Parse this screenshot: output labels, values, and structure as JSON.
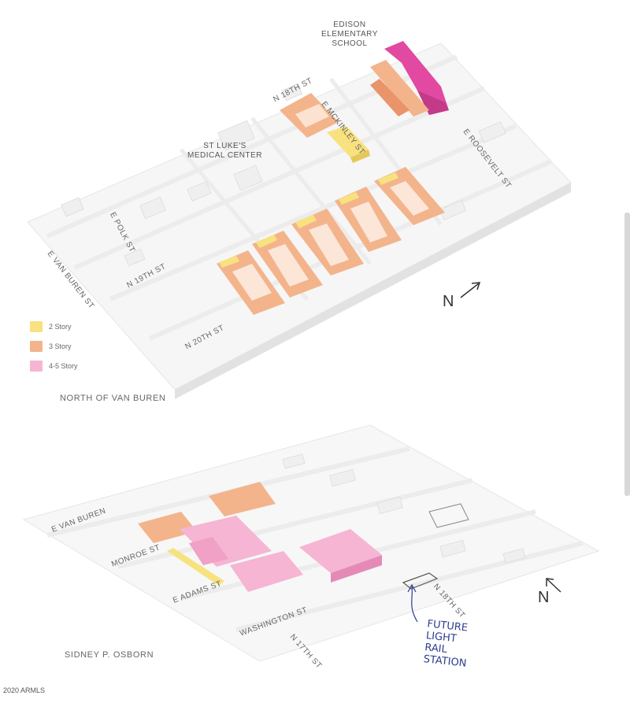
{
  "top_map": {
    "caption": "NORTH OF VAN BUREN",
    "school": [
      "EDISON",
      "ELEMENTARY",
      "SCHOOL"
    ],
    "medical": [
      "ST LUKE'S",
      "MEDICAL CENTER"
    ],
    "streets": {
      "n18th": "N 18TH ST",
      "emckinley": "E McKINLEY ST",
      "eroosevelt": "E ROOSEVELT ST",
      "epolk": "E POLK ST",
      "evanburen": "E VAN BUREN ST",
      "n19th": "N 19TH ST",
      "n20th": "N 20TH ST"
    },
    "compass": "N"
  },
  "legend": {
    "items": [
      {
        "label": "2 Story",
        "color": "#f7e27f"
      },
      {
        "label": "3 Story",
        "color": "#f3b48c"
      },
      {
        "label": "4-5 Story",
        "color": "#f5b5d3"
      }
    ]
  },
  "bottom_map": {
    "caption": "SIDNEY P. OSBORN",
    "streets": {
      "evanburen": "E VAN BUREN",
      "monroe": "MONROE ST",
      "eadams": "E ADAMS ST",
      "washington": "WASHINGTON ST",
      "n17th": "N 17TH ST",
      "n18th": "N 18TH ST"
    },
    "compass": "N",
    "handwritten": [
      "FUTURE",
      "LIGHT",
      "RAIL",
      "STATION"
    ]
  },
  "footer": {
    "copyright": "2020 ARMLS"
  },
  "colors": {
    "story2": "#f7e27f",
    "story3": "#f3b48c",
    "story45": "#f5b5d3",
    "story45_dark": "#e14aa0",
    "ink": "#2c3e8f"
  }
}
